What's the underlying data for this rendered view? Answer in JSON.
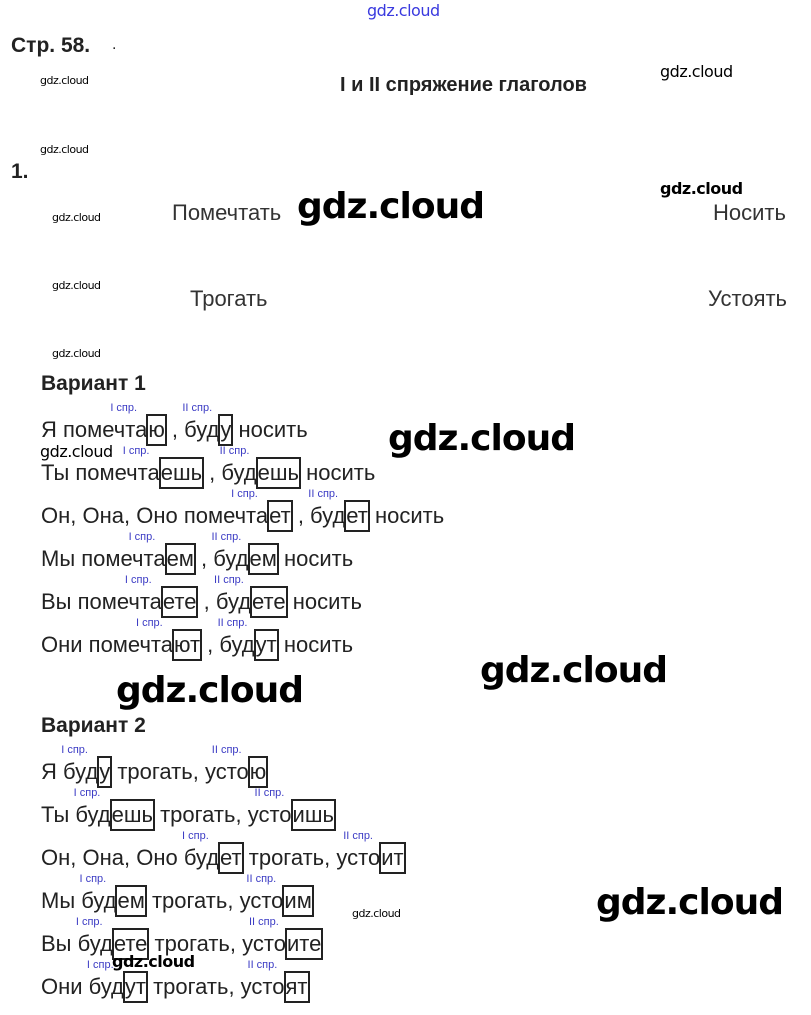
{
  "header": {
    "page": "Стр. 58.",
    "dot": ".",
    "title": "I и II спряжение глаголов"
  },
  "task_number": "1.",
  "verbs": [
    "Помечтать",
    "Носить",
    "Трогать",
    "Устоять"
  ],
  "watermark": "gdz.cloud",
  "variant1": {
    "title": "Вариант 1",
    "rows": [
      [
        {
          "t": "Я помечта"
        },
        {
          "b": "ю",
          "l": "I спр."
        },
        {
          "t": " , буд"
        },
        {
          "b": "у",
          "l": "II спр."
        },
        {
          "t": " носить"
        }
      ],
      [
        {
          "t": "Ты помечта"
        },
        {
          "b": "ешь",
          "l": "I спр."
        },
        {
          "t": " , буд"
        },
        {
          "b": "ешь",
          "l": "II спр."
        },
        {
          "t": " носить"
        }
      ],
      [
        {
          "t": "Он, Она, Оно помечта"
        },
        {
          "b": "ет",
          "l": "I спр."
        },
        {
          "t": " , буд"
        },
        {
          "b": "ет",
          "l": "II спр."
        },
        {
          "t": " носить"
        }
      ],
      [
        {
          "t": "Мы помечта"
        },
        {
          "b": "ем",
          "l": "I спр."
        },
        {
          "t": " , буд"
        },
        {
          "b": "ем",
          "l": "II спр."
        },
        {
          "t": " носить"
        }
      ],
      [
        {
          "t": "Вы помечта"
        },
        {
          "b": "ете",
          "l": "I спр."
        },
        {
          "t": " , буд"
        },
        {
          "b": "ете",
          "l": "II спр."
        },
        {
          "t": " носить"
        }
      ],
      [
        {
          "t": "Они помечта"
        },
        {
          "b": "ют",
          "l": "I спр."
        },
        {
          "t": " , буд"
        },
        {
          "b": "ут",
          "l": "II спр."
        },
        {
          "t": " носить"
        }
      ]
    ]
  },
  "variant2": {
    "title": "Вариант 2",
    "rows": [
      [
        {
          "t": "Я буд"
        },
        {
          "b": "у",
          "l": "I спр."
        },
        {
          "t": " трогать, усто"
        },
        {
          "b": "ю",
          "l": "II спр."
        }
      ],
      [
        {
          "t": "Ты буд"
        },
        {
          "b": "ешь",
          "l": "I спр."
        },
        {
          "t": " трогать, усто"
        },
        {
          "b": "ишь",
          "l": "II спр."
        }
      ],
      [
        {
          "t": "Он, Она, Оно буд"
        },
        {
          "b": "ет",
          "l": "I спр."
        },
        {
          "t": " трогать, усто"
        },
        {
          "b": "ит",
          "l": "II спр."
        }
      ],
      [
        {
          "t": "Мы буд"
        },
        {
          "b": "ем",
          "l": "I спр."
        },
        {
          "t": " трогать, усто"
        },
        {
          "b": "им",
          "l": "II спр."
        }
      ],
      [
        {
          "t": "Вы буд"
        },
        {
          "b": "ете",
          "l": "I спр."
        },
        {
          "t": " трогать, усто"
        },
        {
          "b": "ите",
          "l": "II спр."
        }
      ],
      [
        {
          "t": "Они буд"
        },
        {
          "b": "ут",
          "l": "I спр."
        },
        {
          "t": " трогать, усто"
        },
        {
          "b": "ят",
          "l": "II спр."
        }
      ]
    ]
  }
}
